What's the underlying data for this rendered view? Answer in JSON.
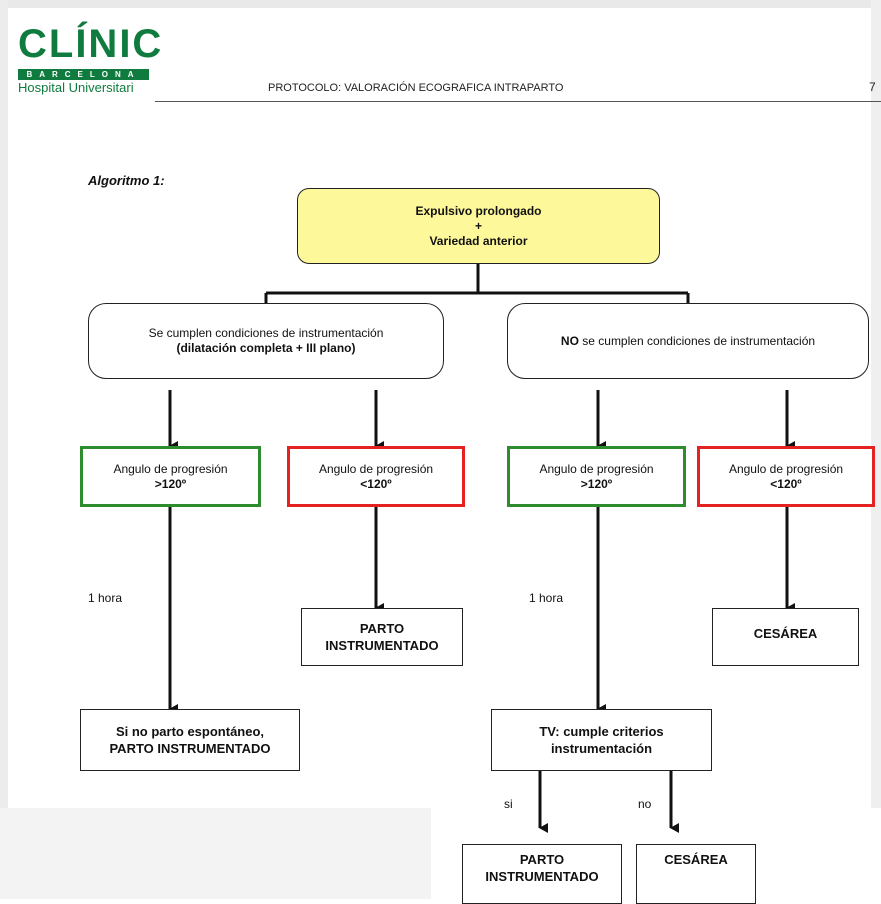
{
  "header": {
    "logo": {
      "name": "CLÍNIC",
      "city": "BARCELONA",
      "subtitle": "Hospital Universitari"
    },
    "protocol": "PROTOCOLO: VALORACIÓN ECOGRAFICA INTRAPARTO",
    "page_number": "7"
  },
  "algorithm": {
    "title": "Algoritmo 1:",
    "start": {
      "line1": "Expulsivo prolongado",
      "line2": "+",
      "line3": "Variedad anterior"
    },
    "left_condition": {
      "line1": "Se cumplen condiciones de instrumentación",
      "line2": "(dilatación completa + III plano)"
    },
    "right_condition": {
      "emphasis": "NO",
      "text": " se cumplen condiciones de instrumentación"
    },
    "angle_label": "Angulo de progresión",
    "angle_gt": ">120º",
    "angle_lt": "<120º",
    "one_hour": "1 hora",
    "parto_instrumentado": {
      "line1": "PARTO",
      "line2": "INSTRUMENTADO"
    },
    "cesarea": "CESÁREA",
    "no_spontaneous": {
      "line1": "Si no parto espontáneo,",
      "line2": "PARTO INSTRUMENTADO"
    },
    "tv_check": {
      "line1": "TV: cumple criterios",
      "line2": "instrumentación"
    },
    "yes": "si",
    "no": "no"
  },
  "colors": {
    "logo_green": "#0f7b3f",
    "start_box": "#fdf89a",
    "favorable_border": "#2e8b2e",
    "unfavorable_border": "#e52222"
  }
}
